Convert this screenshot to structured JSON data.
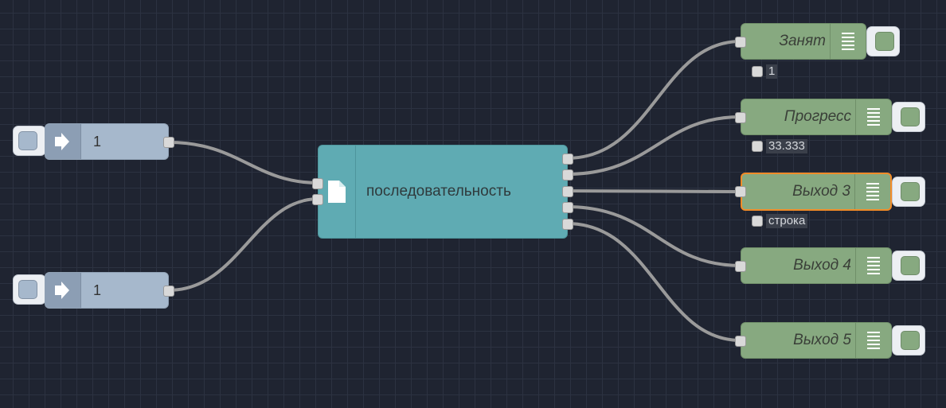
{
  "flow": {
    "inject_nodes": [
      {
        "label": "1"
      },
      {
        "label": "1"
      }
    ],
    "sequence_node": {
      "label": "последовательность",
      "icon": "file-icon"
    },
    "debug_nodes": [
      {
        "label": "Занят",
        "icon": "list-icon",
        "status": "1"
      },
      {
        "label": "Прогресс",
        "icon": "list-icon",
        "status": "33.333"
      },
      {
        "label": "Выход 3",
        "icon": "list-icon",
        "status": "строка",
        "selected": true
      },
      {
        "label": "Выход 4",
        "icon": "list-icon"
      },
      {
        "label": "Выход 5",
        "icon": "list-icon"
      }
    ],
    "colors": {
      "canvas": "#1f2431",
      "grid": "#2c3241",
      "inject": "#a6b8cc",
      "sequence": "#5fabb3",
      "debug": "#87a980",
      "selection": "#f28c28",
      "wire": "#9a9a9a"
    }
  }
}
